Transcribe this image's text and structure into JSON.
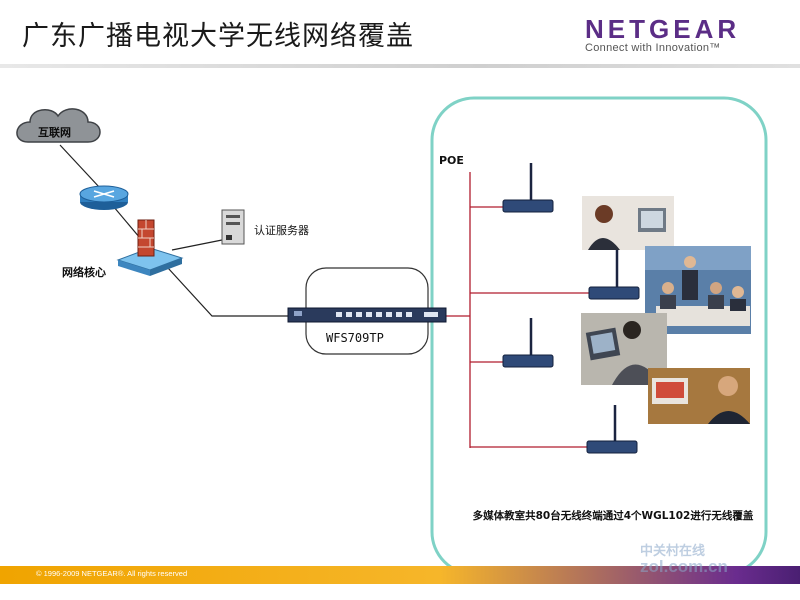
{
  "header": {
    "title": "广东广播电视大学无线网络覆盖",
    "logo_text": "NETGEAR",
    "logo_tagline": "Connect with Innovation™"
  },
  "diagram": {
    "internet_label": "互联网",
    "core_label": "网络核心",
    "auth_server_label": "认证服务器",
    "switch_label": "WFS709TP",
    "poe_label": "POE",
    "caption": "多媒体教室共80台无线终端通过4个WGL102进行无线覆盖"
  },
  "footer": {
    "copyright": "© 1996-2009 NETGEAR®. All rights reserved"
  },
  "watermark": {
    "line1": "中关村在线",
    "line2": "zol.com.cn"
  },
  "colors": {
    "accent": "#5b2d86",
    "footer_orange": "#f0a400",
    "coverage_border": "#7fd2c6",
    "poe_line": "#b01c2e"
  }
}
